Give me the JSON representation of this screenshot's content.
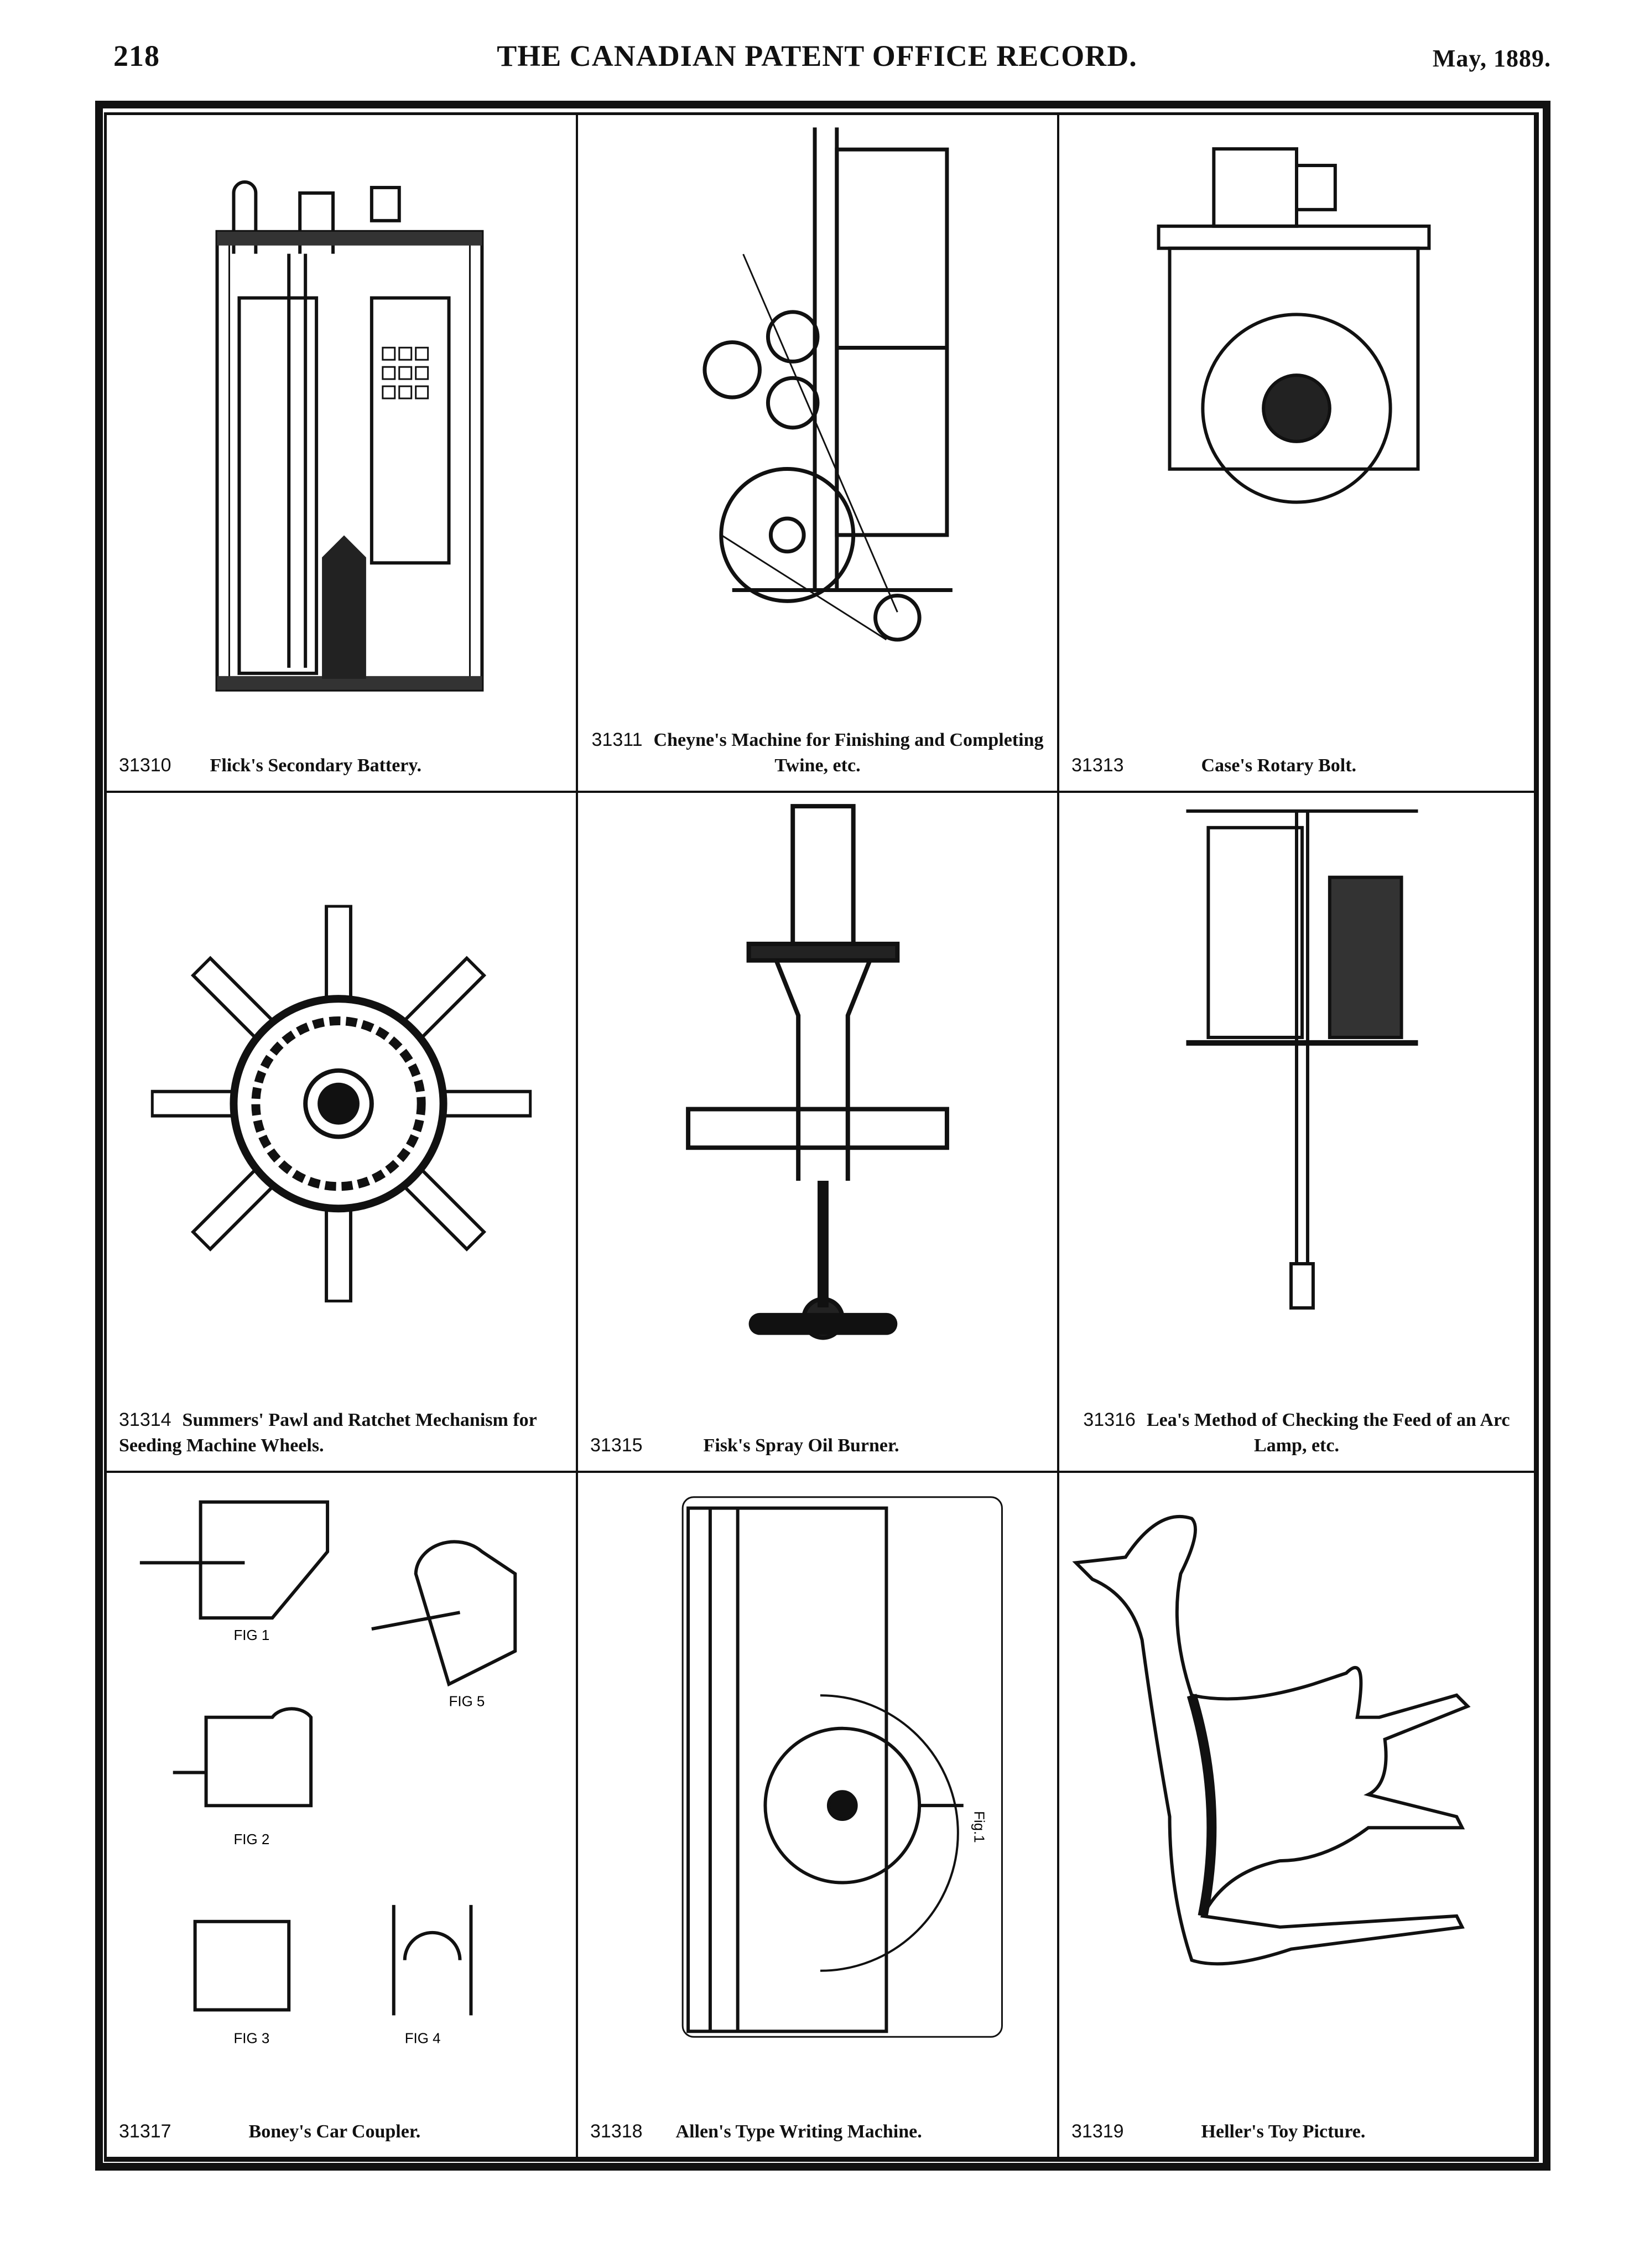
{
  "header": {
    "page_number": "218",
    "title": "THE CANADIAN PATENT OFFICE RECORD.",
    "date": "May, 1889."
  },
  "patents": [
    {
      "number": "31310",
      "title": "Flick's Secondary Battery."
    },
    {
      "number": "31311",
      "title": "Cheyne's Machine for Finishing and Completing Twine, etc."
    },
    {
      "number": "31313",
      "title": "Case's Rotary Bolt."
    },
    {
      "number": "31314",
      "title": "Summers' Pawl and Ratchet Mechanism for Seeding Machine Wheels."
    },
    {
      "number": "31315",
      "title": "Fisk's Spray Oil Burner."
    },
    {
      "number": "31316",
      "title": "Lea's Method of Checking the Feed of an Arc Lamp, etc."
    },
    {
      "number": "31317",
      "title": "Boney's Car Coupler."
    },
    {
      "number": "31318",
      "title": "Allen's Type Writing Machine."
    },
    {
      "number": "31319",
      "title": "Heller's Toy Picture."
    }
  ],
  "figure_labels": {
    "coupler": [
      "FIG 1",
      "FIG 2",
      "FIG 3",
      "FIG 4",
      "FIG 5"
    ],
    "typewriter": "Fig.1"
  }
}
